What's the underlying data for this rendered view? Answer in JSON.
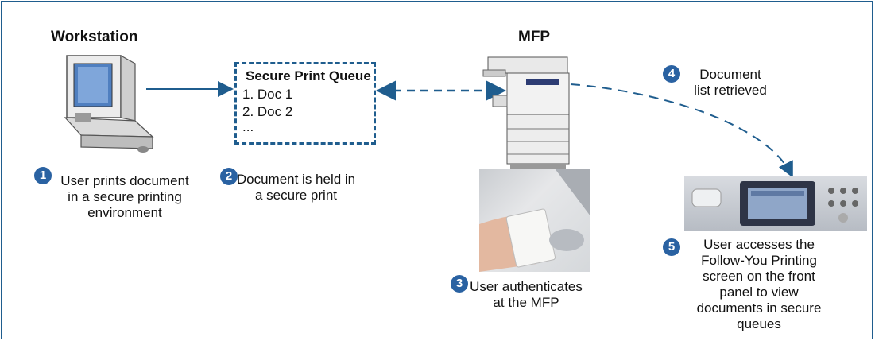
{
  "workstation": {
    "heading": "Workstation"
  },
  "mfp": {
    "heading": "MFP"
  },
  "queue": {
    "title": "Secure Print Queue",
    "items": [
      "1. Doc 1",
      "2. Doc 2",
      "..."
    ]
  },
  "steps": [
    {
      "number": "1",
      "lines": [
        "User prints document",
        "in a secure printing",
        "environment"
      ]
    },
    {
      "number": "2",
      "lines": [
        "Document is held in",
        "a secure print"
      ]
    },
    {
      "number": "3",
      "lines": [
        "User authenticates",
        "at the MFP"
      ]
    },
    {
      "number": "4",
      "lines": [
        "Document",
        "list retrieved"
      ]
    },
    {
      "number": "5",
      "lines": [
        "User accesses the",
        "Follow-You Printing",
        "screen on the front",
        "panel to view",
        "documents in secure",
        "queues"
      ]
    }
  ],
  "colors": {
    "accent": "#1f5d8e",
    "badge": "#2a62a2"
  }
}
